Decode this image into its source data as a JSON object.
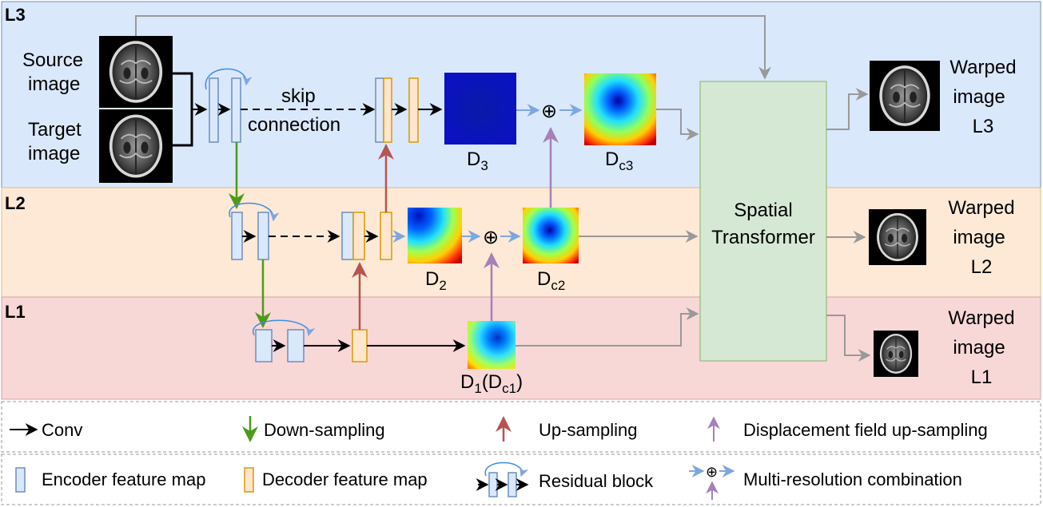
{
  "levels": {
    "l3": {
      "label": "L3",
      "color": "#dae8fc",
      "border": "#6c8ebf"
    },
    "l2": {
      "label": "L2",
      "color": "#fde9d6",
      "border": "#e4b981"
    },
    "l1": {
      "label": "L1",
      "color": "#f8d7d7",
      "border": "#d6a1a1"
    }
  },
  "inputs": {
    "source_line1": "Source",
    "source_line2": "image",
    "target_line1": "Target",
    "target_line2": "image"
  },
  "skip": {
    "line1": "skip",
    "line2": "connection"
  },
  "fields": {
    "d3": "D",
    "d3_sub": "3",
    "dc3": "D",
    "dc3_sub": "c3",
    "d2": "D",
    "d2_sub": "2",
    "dc2": "D",
    "dc2_sub": "c2",
    "d1": "D",
    "d1_sub": "1",
    "d1_paren": "(D",
    "d1_paren_sub": "c1",
    "d1_close": ")"
  },
  "transformer": {
    "line1": "Spatial",
    "line2": "Transformer",
    "color": "#d5e8d4",
    "border": "#82b366"
  },
  "outputs": {
    "l3": [
      "Warped",
      "image",
      "L3"
    ],
    "l2": [
      "Warped",
      "image",
      "L2"
    ],
    "l1": [
      "Warped",
      "image",
      "L1"
    ]
  },
  "legend": {
    "conv": "Conv",
    "down": "Down-sampling",
    "up": "Up-sampling",
    "disp_up": "Displacement field up-sampling",
    "encoder": "Encoder feature map",
    "decoder": "Decoder feature map",
    "residual": "Residual block",
    "multires": "Multi-resolution combination"
  },
  "colors": {
    "encoder_fill": "#dae8fc",
    "encoder_stroke": "#6c8ebf",
    "decoder_fill": "#ffe6cc",
    "decoder_stroke": "#d79b00",
    "down_arrow": "#4d9a1b",
    "up_arrow": "#b85450",
    "disp_arrow": "#a680b8",
    "combine_arrow": "#7ea6e0",
    "gray_arrow": "#999999"
  },
  "icons": {
    "combine": "circled-plus-icon",
    "brain": "brain-mri-icon"
  }
}
